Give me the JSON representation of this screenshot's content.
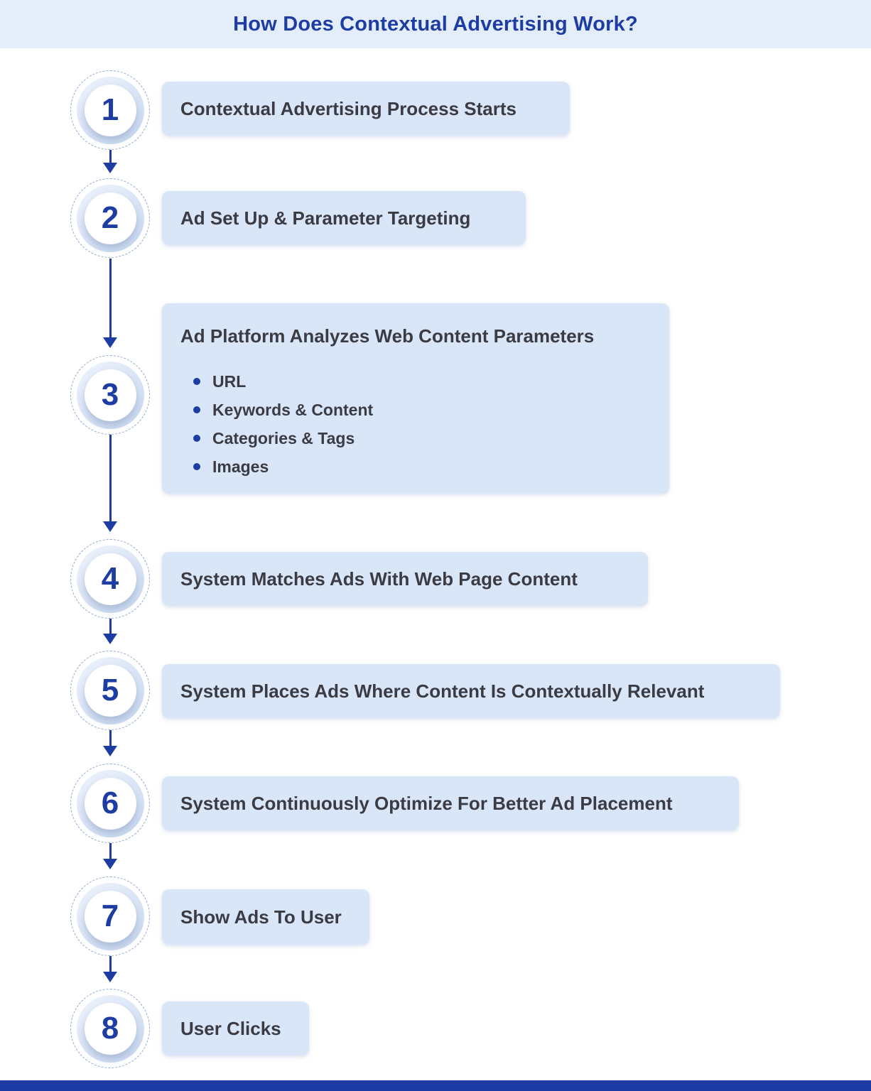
{
  "title": "How Does Contextual Advertising Work?",
  "colors": {
    "accent": "#1e3da2",
    "boxbg": "#d9e6f8",
    "bandbg": "#e4eefb",
    "bar": "#1d3aa5",
    "textdark": "#3b3b44",
    "dash": "#8fa9cf"
  },
  "steps": [
    {
      "number": "1",
      "label": "Contextual Advertising Process Starts"
    },
    {
      "number": "2",
      "label": "Ad Set Up & Parameter Targeting"
    },
    {
      "number": "3",
      "label": "Ad Platform Analyzes Web Content Parameters",
      "bullets": [
        "URL",
        "Keywords & Content",
        "Categories & Tags",
        "Images"
      ]
    },
    {
      "number": "4",
      "label": "System Matches Ads With Web Page Content"
    },
    {
      "number": "5",
      "label": "System Places Ads Where Content Is Contextually Relevant"
    },
    {
      "number": "6",
      "label": "System Continuously Optimize For Better Ad Placement"
    },
    {
      "number": "7",
      "label": "Show Ads To User"
    },
    {
      "number": "8",
      "label": "User Clicks"
    }
  ]
}
